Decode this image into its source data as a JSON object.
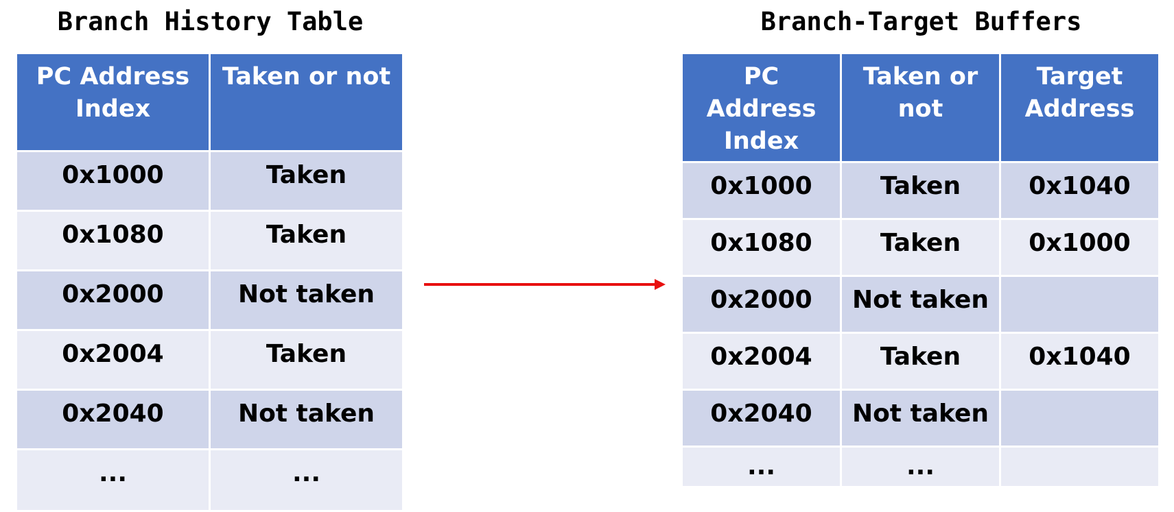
{
  "bht": {
    "title": "Branch History Table",
    "headers": [
      "PC Address\nIndex",
      "Taken or not"
    ],
    "rows": [
      [
        "0x1000",
        "Taken"
      ],
      [
        "0x1080",
        "Taken"
      ],
      [
        "0x2000",
        "Not taken"
      ],
      [
        "0x2004",
        "Taken"
      ],
      [
        "0x2040",
        "Not taken"
      ],
      [
        "...",
        "..."
      ]
    ]
  },
  "btb": {
    "title": "Branch-Target Buffers",
    "headers": [
      "PC\nAddress\nIndex",
      "Taken or\nnot",
      "Target\nAddress"
    ],
    "rows": [
      [
        "0x1000",
        "Taken",
        "0x1040"
      ],
      [
        "0x1080",
        "Taken",
        "0x1000"
      ],
      [
        "0x2000",
        "Not taken",
        ""
      ],
      [
        "0x2004",
        "Taken",
        "0x1040"
      ],
      [
        "0x2040",
        "Not taken",
        ""
      ],
      [
        "...",
        "...",
        ""
      ]
    ]
  },
  "colors": {
    "header": "#4472c4",
    "row_odd": "#cfd5ea",
    "row_even": "#e9ebf5",
    "arrow": "#e8100f"
  }
}
